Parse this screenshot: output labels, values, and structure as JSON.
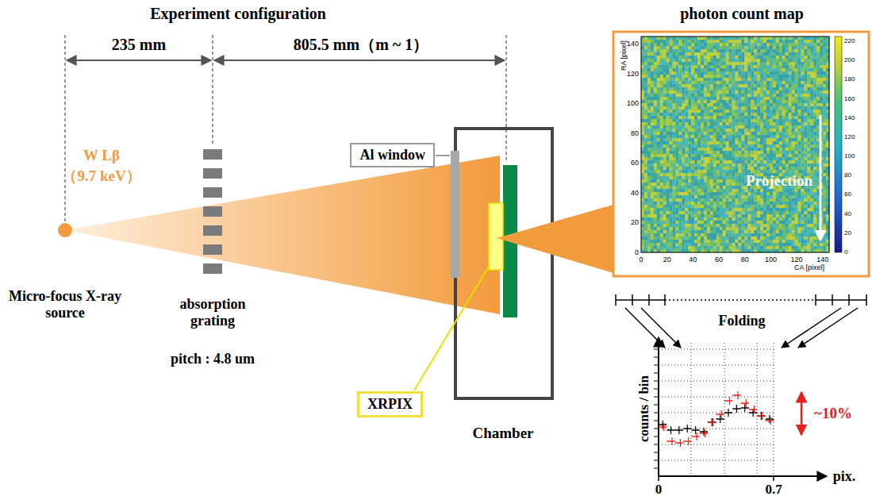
{
  "diagram": {
    "nodes": [
      {
        "text": [
          "Al window"
        ]
      },
      {
        "text": [
          "XRPIX"
        ]
      }
    ],
    "labels": [
      "Experiment configuration",
      "photon count map",
      "235 mm",
      "805.5 mm（m ~ 1）",
      "W Lβ",
      "（9.7 keV）",
      "Micro-focus X-ray source",
      "absorption grating",
      "pitch : 4.8 um",
      "Chamber",
      "RA [pixel]",
      "CA [pixel]",
      "0",
      "20",
      "40",
      "60",
      "80",
      "100",
      "120",
      "140",
      "0",
      "20",
      "40",
      "60",
      "80",
      "100",
      "120",
      "140",
      "0",
      "20",
      "40",
      "60",
      "80",
      "100",
      "120",
      "140",
      "160",
      "180",
      "200",
      "220",
      "Projection",
      "Folding",
      "counts / bin",
      "pix.",
      "0",
      "0.7",
      "~10%"
    ]
  }
}
